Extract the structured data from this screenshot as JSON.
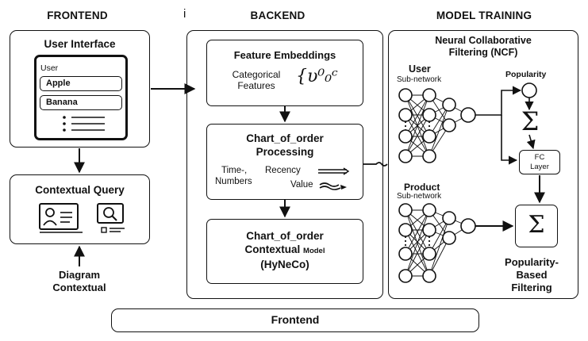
{
  "headers": {
    "frontend": "FRONTEND",
    "marker": "i",
    "backend": "BACKEND",
    "model_training": "MODEL TRAINING"
  },
  "frontend": {
    "ui_title": "User Interface",
    "ui_label": "User",
    "items": [
      "Apple",
      "Banana"
    ],
    "query_title": "Contextual Query",
    "input_label_line1": "Diagram",
    "input_label_line2": "Contextual"
  },
  "backend": {
    "embed_title": "Feature Embeddings",
    "embed_sub_line1": "Categorical",
    "embed_sub_line2": "Features",
    "embed_symbol": "{υ⁰₀ᶜ",
    "proc_title_line1": "Chart_of_order",
    "proc_title_line2": "Processing",
    "proc_time": "Time-,",
    "proc_numbers": "Numbers",
    "proc_recency": "Recency",
    "proc_value": "Value",
    "model_title_line1": "Chart_of_order",
    "model_title_line2a": "Contextual",
    "model_title_line2b": "Model",
    "model_title_line3": "(HyNeCo)"
  },
  "training": {
    "ncf_title_line1": "Neural Collaborative",
    "ncf_title_line2": "Filtering (NCF)",
    "user_label": "User",
    "user_sub": "Sub-network",
    "popularity": "Popularity",
    "fc_line1": "FC",
    "fc_line2": "Layer",
    "product_label": "Product",
    "product_sub": "Sub-network",
    "sigma": "Σ",
    "pbf_line1": "Popularity-",
    "pbf_line2": "Based",
    "pbf_line3": "Filtering"
  },
  "footer": {
    "label": "Frontend"
  }
}
